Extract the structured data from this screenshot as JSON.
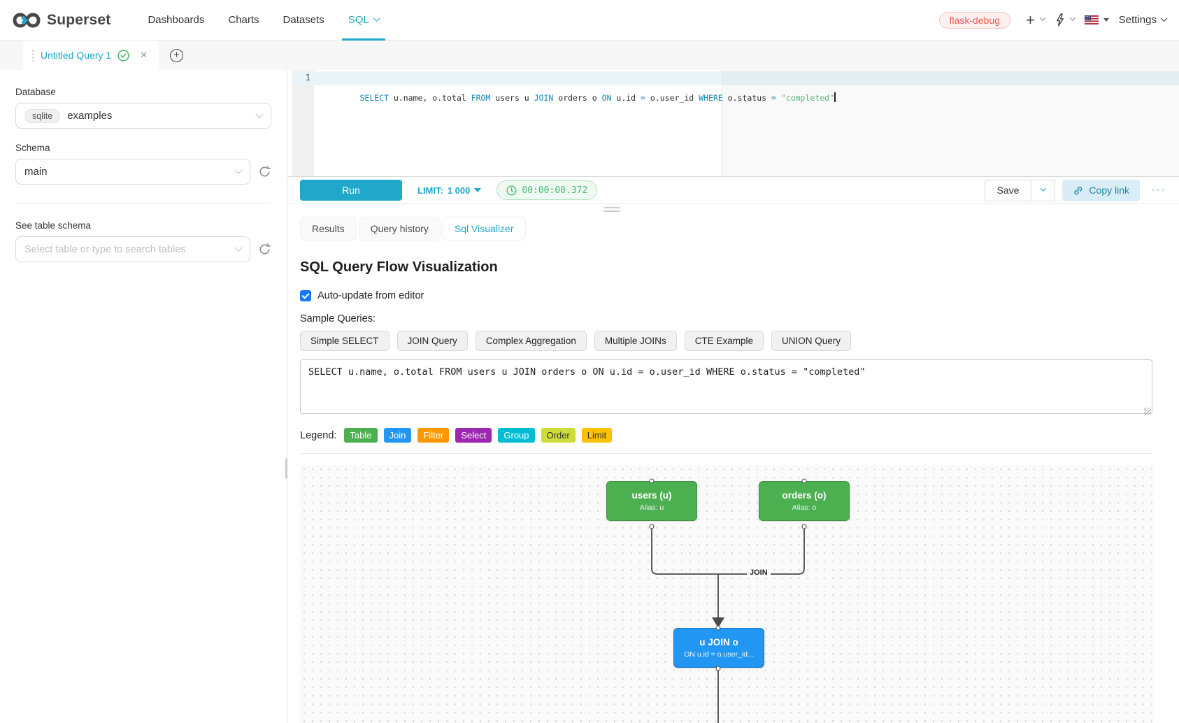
{
  "navbar": {
    "brand": "Superset",
    "items": [
      "Dashboards",
      "Charts",
      "Datasets",
      "SQL"
    ],
    "active_item": "SQL",
    "env_badge": "flask-debug",
    "settings_label": "Settings"
  },
  "query_tab": {
    "title": "Untitled Query 1"
  },
  "sidebar": {
    "database_label": "Database",
    "database_engine": "sqlite",
    "database_value": "examples",
    "schema_label": "Schema",
    "schema_value": "main",
    "table_label": "See table schema",
    "table_placeholder": "Select table or type to search tables"
  },
  "editor": {
    "line_number": "1",
    "tokens": [
      {
        "t": "SELECT",
        "c": "tok-kw"
      },
      {
        "t": " u.name, o.total ",
        "c": "tok-plain"
      },
      {
        "t": "FROM",
        "c": "tok-kw"
      },
      {
        "t": " users u ",
        "c": "tok-plain"
      },
      {
        "t": "JOIN",
        "c": "tok-kw"
      },
      {
        "t": " orders o ",
        "c": "tok-plain"
      },
      {
        "t": "ON",
        "c": "tok-kw"
      },
      {
        "t": " u.id ",
        "c": "tok-plain"
      },
      {
        "t": "=",
        "c": "tok-op"
      },
      {
        "t": " o.user_id ",
        "c": "tok-plain"
      },
      {
        "t": "WHERE",
        "c": "tok-kw"
      },
      {
        "t": " o.status ",
        "c": "tok-plain"
      },
      {
        "t": "=",
        "c": "tok-op"
      },
      {
        "t": " \"completed\"",
        "c": "tok-str"
      }
    ]
  },
  "toolbar": {
    "run_label": "Run",
    "limit_label": "LIMIT:",
    "limit_value": "1 000",
    "timer": "00:00:00.372",
    "save_label": "Save",
    "copy_link_label": "Copy link",
    "more_label": "···"
  },
  "south_tabs": {
    "results": "Results",
    "history": "Query history",
    "visualizer": "Sql Visualizer"
  },
  "visualizer": {
    "title": "SQL Query Flow Visualization",
    "auto_update_label": "Auto-update from editor",
    "samples_label": "Sample Queries:",
    "sample_buttons": [
      {
        "label": "Simple SELECT"
      },
      {
        "label": "JOIN Query"
      },
      {
        "label": "Complex Aggregation"
      },
      {
        "label": "Multiple JOINs"
      },
      {
        "label": "CTE Example"
      },
      {
        "label": "UNION Query"
      }
    ],
    "query_text": "SELECT u.name, o.total FROM users u JOIN orders o ON u.id = o.user_id WHERE o.status = \"completed\"",
    "legend_label": "Legend:",
    "legend": [
      {
        "label": "Table",
        "bg": "#4caf50",
        "fg": "#ffffff"
      },
      {
        "label": "Join",
        "bg": "#2196f3",
        "fg": "#ffffff"
      },
      {
        "label": "Filter",
        "bg": "#ff9800",
        "fg": "#ffffff"
      },
      {
        "label": "Select",
        "bg": "#9c27b0",
        "fg": "#ffffff"
      },
      {
        "label": "Group",
        "bg": "#00bcd4",
        "fg": "#ffffff"
      },
      {
        "label": "Order",
        "bg": "#cddc39",
        "fg": "#333333"
      },
      {
        "label": "Limit",
        "bg": "#ffc107",
        "fg": "#333333"
      }
    ],
    "flow": {
      "nodes": {
        "users": {
          "title": "users (u)",
          "subtitle": "Alias: u"
        },
        "orders": {
          "title": "orders (o)",
          "subtitle": "Alias: o"
        },
        "join": {
          "title": "u JOIN o",
          "subtitle": "ON u.id = o.user_id..."
        }
      },
      "edge_label": "JOIN"
    }
  }
}
